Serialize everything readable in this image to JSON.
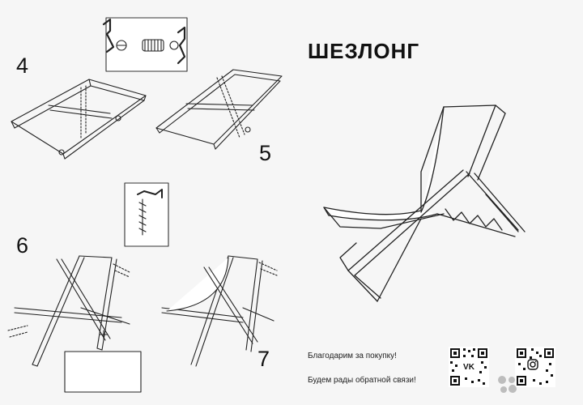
{
  "title": "ШЕЗЛОНГ",
  "steps": {
    "s4": "4",
    "s5": "5",
    "s6": "6",
    "s7": "7"
  },
  "footer": {
    "thanks_purchase": "Благодарим  за покупку!",
    "feedback": "Будем рады  обратной связи!"
  },
  "icons": {
    "vk": "vk-icon",
    "instagram": "instagram-icon"
  },
  "colors": {
    "paper": "#f6f6f6",
    "ink": "#111111"
  }
}
